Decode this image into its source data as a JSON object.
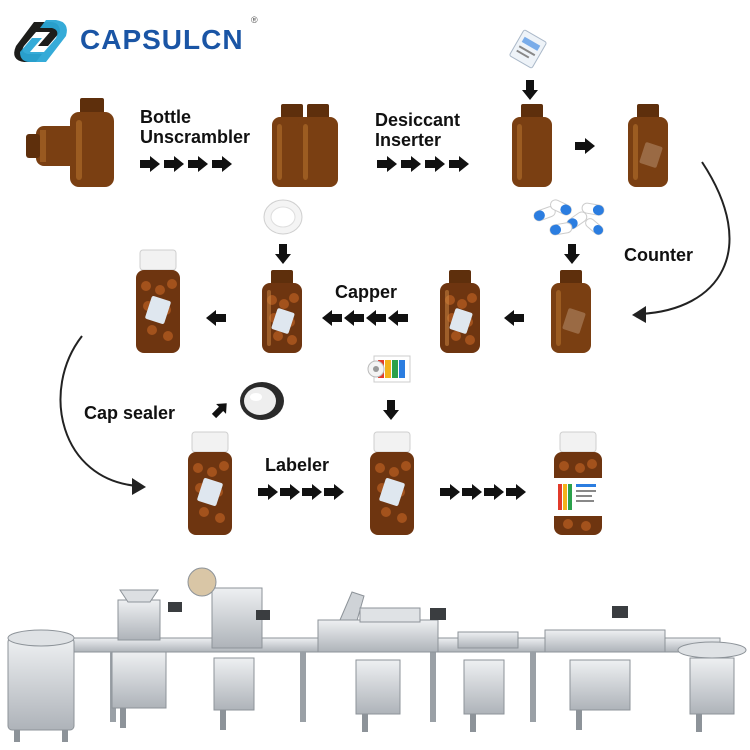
{
  "brand": {
    "name": "CAPSULCN",
    "registered": "®",
    "color": "#1a55a5",
    "logo_dark": "#1d1d1b",
    "logo_accent": "#2aa7d6"
  },
  "steps": {
    "bottle_unscrambler": [
      "Bottle",
      "Unscrambler"
    ],
    "desiccant_inserter": [
      "Desiccant",
      "Inserter"
    ],
    "counter": "Counter",
    "capper": "Capper",
    "cap_sealer": "Cap sealer",
    "labeler": "Labeler"
  },
  "colors": {
    "amber": "#7a3f12",
    "amber_light": "#b8742e",
    "cap": "#f2f2f2",
    "capsule_blue": "#2b7de0",
    "arrow": "#111111",
    "steel": "#c9cdd2"
  }
}
